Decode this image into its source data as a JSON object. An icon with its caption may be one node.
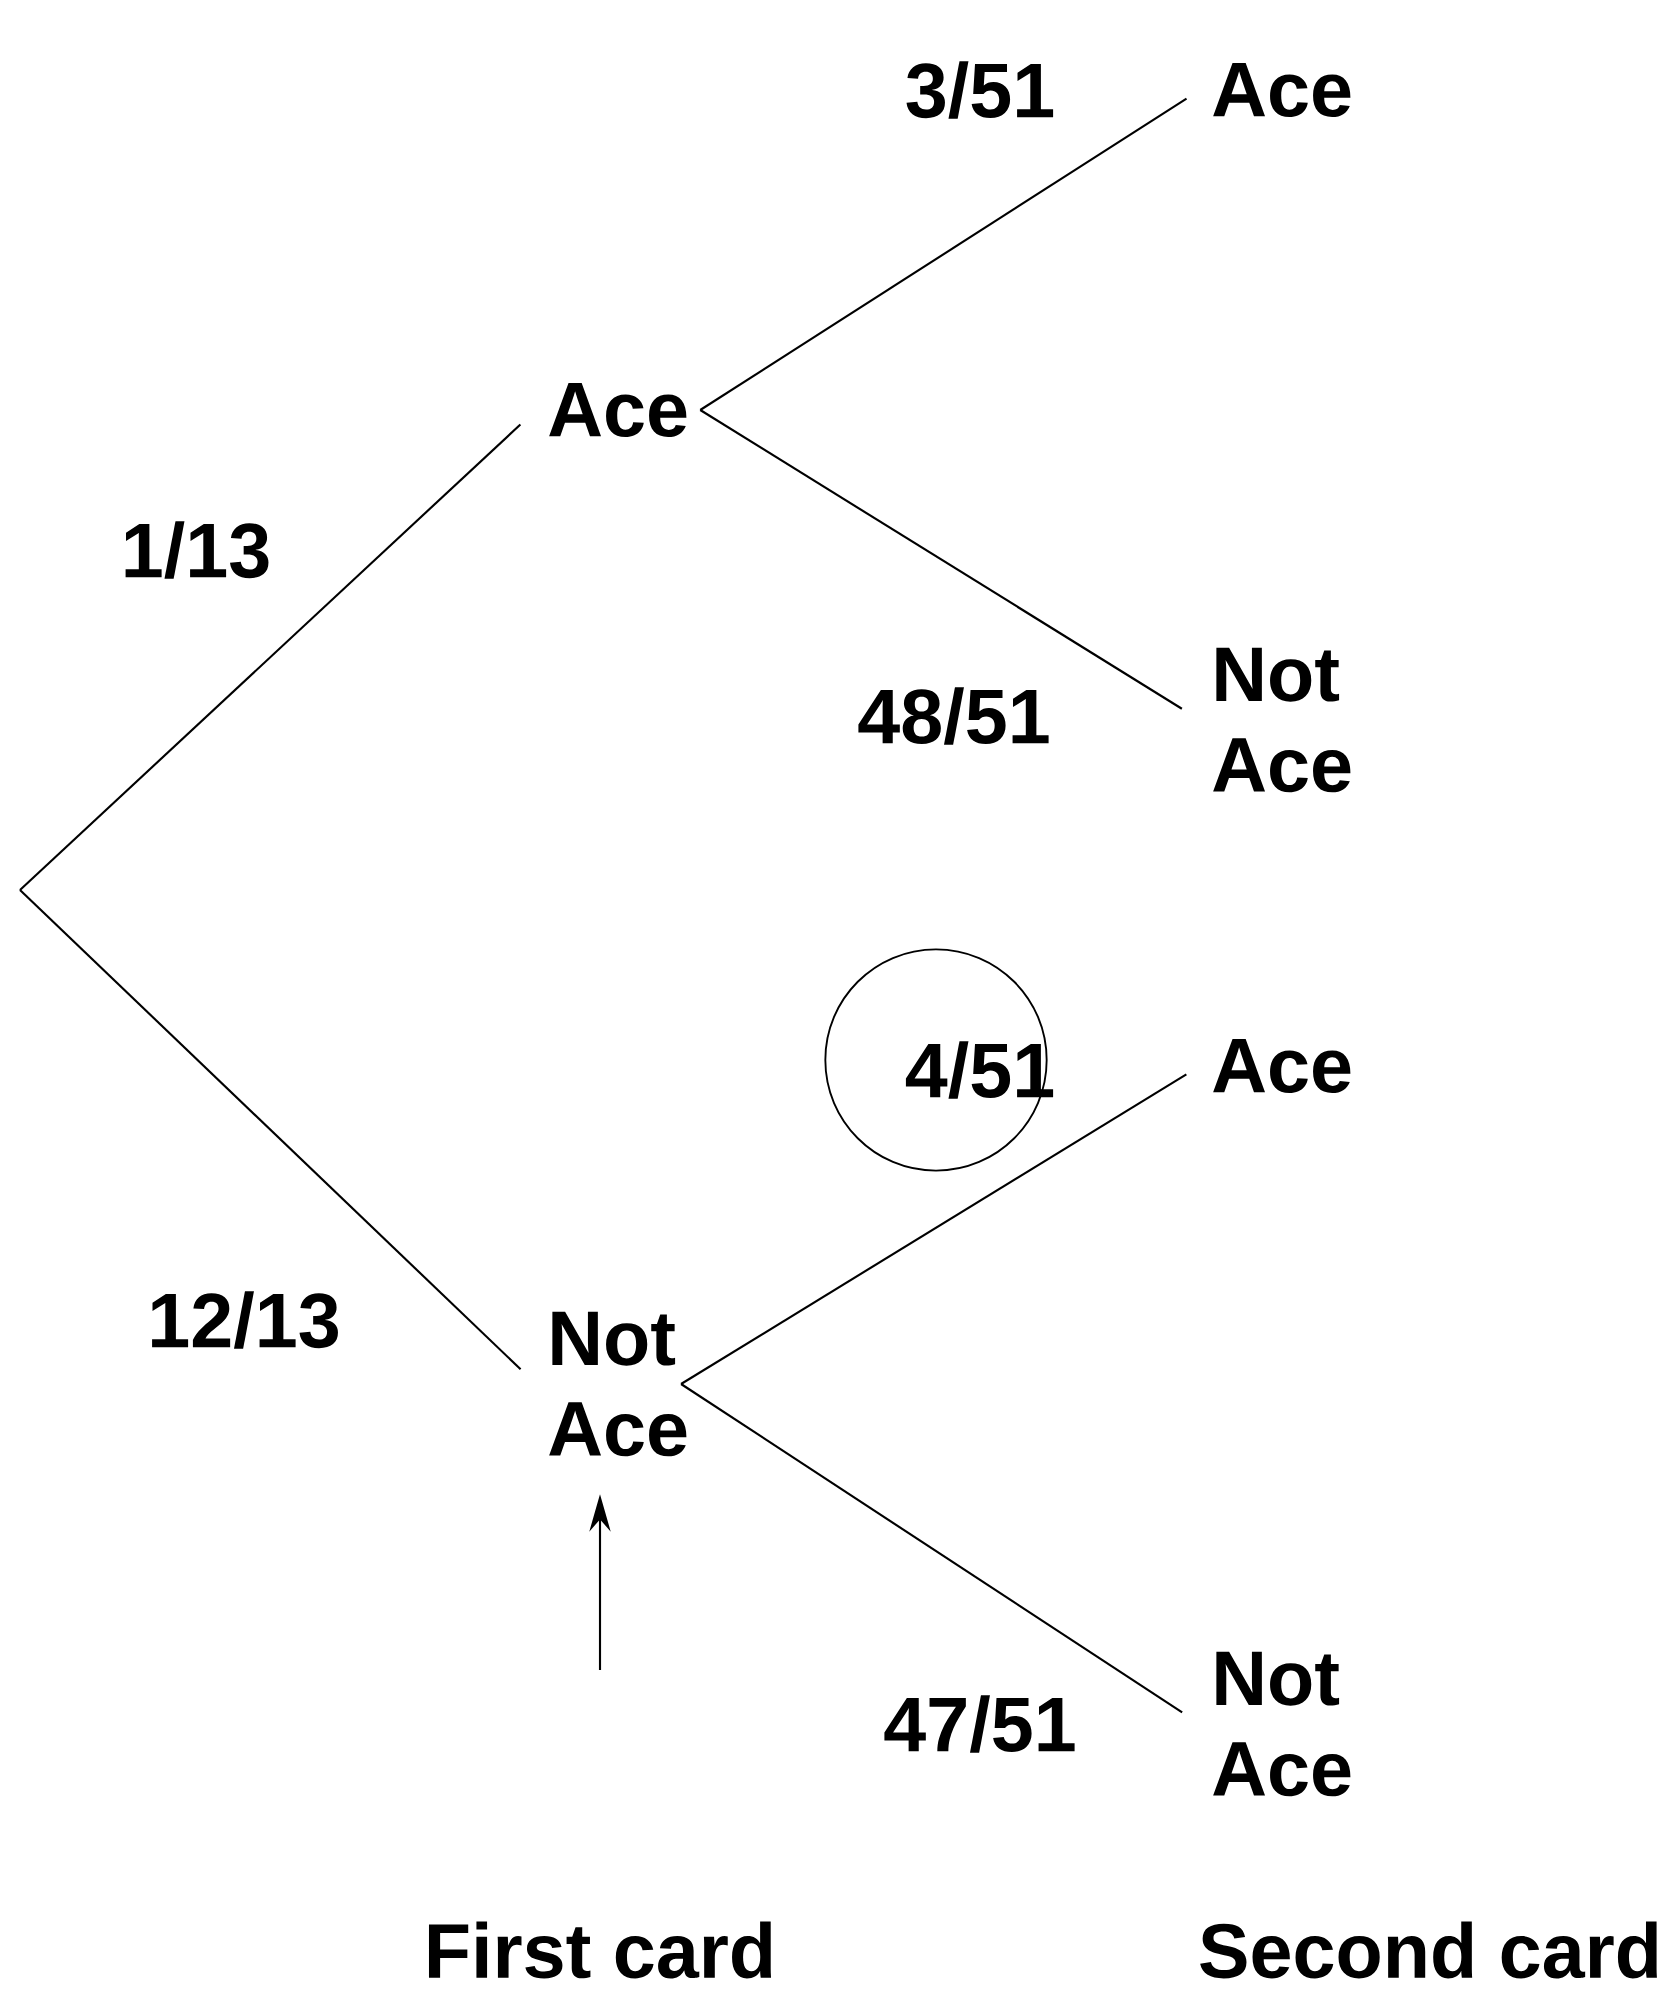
{
  "diagram": {
    "nodes": [
      {
        "text": [
          "Ace"
        ]
      },
      {
        "text": [
          "Not Ace"
        ]
      },
      {
        "text": [
          "Ace"
        ]
      },
      {
        "text": [
          "Not Ace"
        ]
      },
      {
        "text": [
          "Ace"
        ]
      },
      {
        "text": [
          "Not Ace"
        ]
      }
    ],
    "edges": [
      {
        "from": null,
        "to": 0,
        "arrow": "none",
        "label": "1/13"
      },
      {
        "from": null,
        "to": 1,
        "arrow": "none",
        "label": "12/13"
      },
      {
        "from": 0,
        "to": 2,
        "arrow": "none",
        "label": "3/51"
      },
      {
        "from": 0,
        "to": 3,
        "arrow": "none",
        "label": "48/51"
      },
      {
        "from": 1,
        "to": 4,
        "arrow": "none",
        "label": "4/51"
      },
      {
        "from": 1,
        "to": 5,
        "arrow": "none",
        "label": "47/51"
      },
      {
        "from": null,
        "to": 1,
        "arrow": "to"
      }
    ],
    "labels": [
      "First card",
      "Second card"
    ]
  }
}
